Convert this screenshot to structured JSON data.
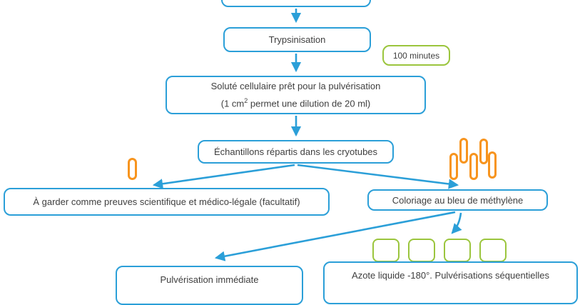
{
  "diagram": {
    "type": "flowchart",
    "language": "fr",
    "nodes": {
      "top_partial": "",
      "trypsinisation": "Trypsinisation",
      "duration_note": "100 minutes",
      "solute_line1": "Soluté cellulaire prêt pour la pulvérisation",
      "solute_line2_pre": "(1 cm",
      "solute_line2_sup": "2",
      "solute_line2_post": " permet une dilution de 20 ml)",
      "echantillons": "Échantillons répartis dans les cryotubes",
      "garder": "À garder comme preuves scientifique et médico-légale (facultatif)",
      "coloriage": "Coloriage au bleu de méthylène",
      "pulverisation_immediate": "Pulvérisation immédiate",
      "azote": "Azote liquide -180°. Pulvérisations séquentielles"
    },
    "icons": {
      "single_cryotube": "cryotube-icon",
      "cryotube_cluster": "cryotube-cluster-icon",
      "green_squares_count": 4
    },
    "colors": {
      "box_border_blue": "#2b9fd8",
      "accent_green": "#9bc53d",
      "accent_orange": "#f7941e",
      "text": "#3f3f3f",
      "background": "#ffffff"
    }
  }
}
